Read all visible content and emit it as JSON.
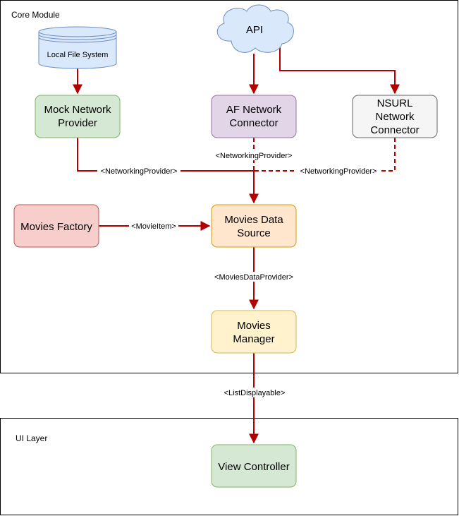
{
  "containers": {
    "core_module": "Core Module",
    "ui_layer": "UI Layer"
  },
  "nodes": {
    "local_file_system": "Local File System",
    "api": "API",
    "mock_network_provider": [
      "Mock Network",
      "Provider"
    ],
    "af_network_connector": [
      "AF Network",
      "Connector"
    ],
    "nsurl_network_connector": [
      "NSURL",
      "Network",
      "Connector"
    ],
    "movies_factory": "Movies Factory",
    "movies_data_source": [
      "Movies Data",
      "Source"
    ],
    "movies_manager": [
      "Movies",
      "Manager"
    ],
    "view_controller": "View Controller"
  },
  "edge_labels": {
    "mock_to_datasource": "<NetworkingProvider>",
    "af_to_datasource": "<NetworkingProvider>",
    "nsurl_to_datasource": "<NetworkingProvider>",
    "factory_to_datasource": "<MovieItem>",
    "datasource_to_manager": "<MoviesDataProvider>",
    "manager_to_viewcontroller": "<ListDisplayable>"
  },
  "colors": {
    "arrow": "#b20000",
    "mock_fill": "#d5e8d4",
    "mock_stroke": "#82b366",
    "af_fill": "#e1d5e7",
    "af_stroke": "#9673a6",
    "nsurl_fill": "#f5f5f5",
    "nsurl_stroke": "#666666",
    "factory_fill": "#f8cecc",
    "factory_stroke": "#b85450",
    "datasource_fill": "#ffe6cc",
    "datasource_stroke": "#d79b00",
    "manager_fill": "#fff2cc",
    "manager_stroke": "#d6b656",
    "vc_fill": "#d5e8d4",
    "vc_stroke": "#82b366",
    "cloud_fill": "#dae8fc",
    "cloud_stroke": "#6c8ebf",
    "db_fill": "#dae8fc",
    "db_stroke": "#6c8ebf"
  }
}
